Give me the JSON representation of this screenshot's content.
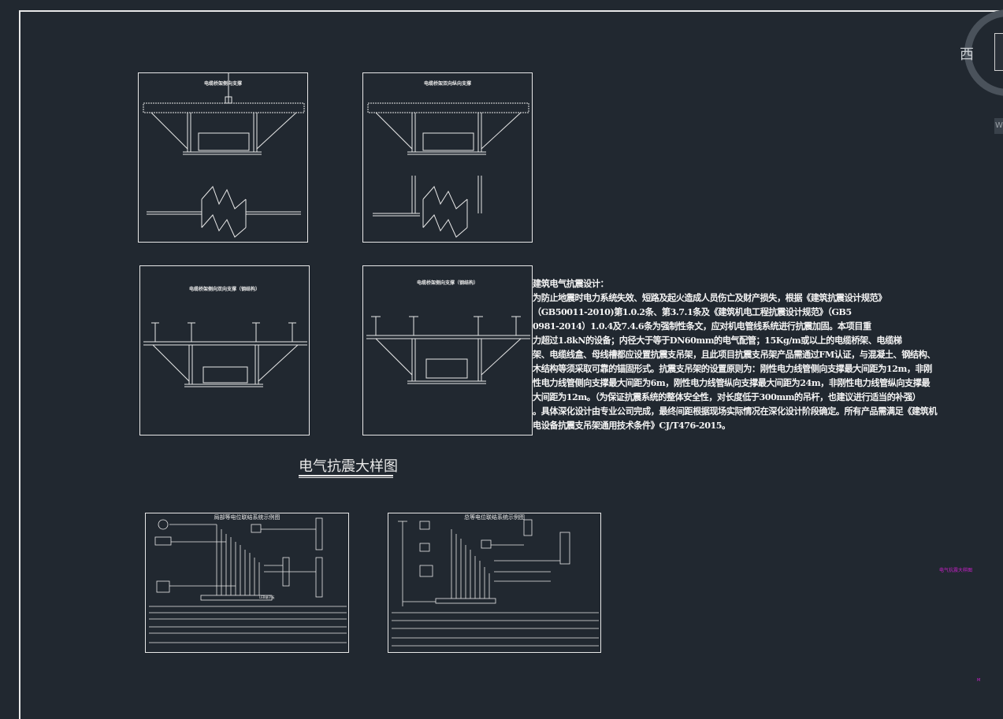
{
  "drawing": {
    "panels": [
      {
        "title": "电缆桥架侧向支撑"
      },
      {
        "title": "电缆桥架双向纵向支撑"
      },
      {
        "title": "电缆桥架侧向双向支撑（钢结构）"
      },
      {
        "title": "电缆桥架侧向支撑（钢结构）"
      }
    ],
    "notes": {
      "heading": "建筑电气抗震设计：",
      "lines": [
        "为防止地震时电力系统失效、短路及起火造成人员伤亡及财产损失，根据《建筑抗震设计规范》",
        "（GB50011-2010)第1.0.2条、第3.7.1条及《建筑机电工程抗震设计规范》（GB5",
        "0981-2014）1.0.4及7.4.6条为强制性条文，应对机电管线系统进行抗震加固。本项目重",
        "力超过1.8kN的设备；内径大于等于DN60mm的电气配管；15Kg/m或以上的电缆桥架、电缆梯",
        "架、电缆线盒、母线槽都应设置抗震支吊架，且此项目抗震支吊架产品需通过FM认证，与混凝土、钢结构、",
        "木结构等须采取可靠的锚固形式。抗震支吊架的设置原则为：刚性电力线管侧向支撑最大间距为12m，非刚",
        "性电力线管侧向支撑最大间距为6m，刚性电力线管纵向支撑最大间距为24m，非刚性电力线管纵向支撑最",
        "大间距为12m。（为保证抗震系统的整体安全性，对长度低于300mm的吊杆，也建议进行适当的补强）",
        "。具体深化设计由专业公司完成，最终间距根据现场实际情况在深化设计阶段确定。所有产品需满足《建筑机",
        "电设备抗震支吊架通用技术条件》CJ/T476-2015。"
      ]
    },
    "big_title": "电气抗震大样图",
    "bottom_panels": [
      {
        "title": "局部等电位联结系统示例图",
        "bar_label": "LEB端子板"
      },
      {
        "title": "总等电位联结系统示例图"
      }
    ],
    "compass": {
      "label": "西"
    },
    "side_tab": {
      "label": "W"
    },
    "layout_label": "电气抗震大样图",
    "corner_mark": "M"
  },
  "colors": {
    "background": "#212830",
    "linework": "#e8e8e8",
    "magenta": "#d020d0"
  }
}
